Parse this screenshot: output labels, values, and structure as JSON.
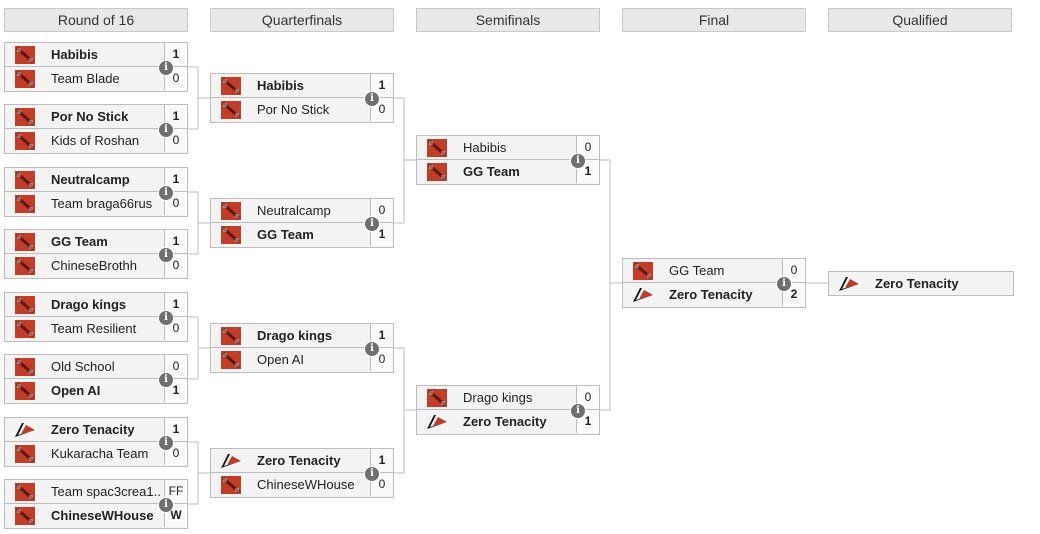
{
  "headers": [
    "Round of 16",
    "Quarterfinals",
    "Semifinals",
    "Final",
    "Qualified"
  ],
  "colors": {
    "row_bg": "#f3f3f3",
    "border": "#bdbdbd",
    "header_bg": "#e8e8e8",
    "dota_logo": "#c23c2a",
    "zt_logo": "#c0392b"
  },
  "info_glyph": "i",
  "round_of_16": [
    {
      "top": {
        "name": "Habibis",
        "score": "1",
        "logo": "dota-logo"
      },
      "bottom": {
        "name": "Team Blade",
        "score": "0",
        "logo": "dota-logo"
      }
    },
    {
      "top": {
        "name": "Por No Stick",
        "score": "1",
        "logo": "dota-logo"
      },
      "bottom": {
        "name": "Kids of Roshan",
        "score": "0",
        "logo": "dota-logo"
      }
    },
    {
      "top": {
        "name": "Neutralcamp",
        "score": "1",
        "logo": "dota-logo"
      },
      "bottom": {
        "name": "Team braga66rus",
        "score": "0",
        "logo": "dota-logo"
      }
    },
    {
      "top": {
        "name": "GG Team",
        "score": "1",
        "logo": "dota-logo"
      },
      "bottom": {
        "name": "ChineseBrothh",
        "score": "0",
        "logo": "dota-logo"
      }
    },
    {
      "top": {
        "name": "Drago kings",
        "score": "1",
        "logo": "dota-logo"
      },
      "bottom": {
        "name": "Team Resilient",
        "score": "0",
        "logo": "dota-logo"
      }
    },
    {
      "top": {
        "name": "Old School",
        "score": "0",
        "logo": "dota-logo"
      },
      "bottom": {
        "name": "Open AI",
        "score": "1",
        "logo": "dota-logo"
      }
    },
    {
      "top": {
        "name": "Zero Tenacity",
        "score": "1",
        "logo": "zero-tenacity-logo"
      },
      "bottom": {
        "name": "Kukaracha Team",
        "score": "0",
        "logo": "dota-logo"
      }
    },
    {
      "top": {
        "name": "Team spac3crea1...",
        "score": "FF",
        "logo": "dota-logo"
      },
      "bottom": {
        "name": "ChineseWHouse",
        "score": "W",
        "logo": "dota-logo"
      }
    }
  ],
  "quarterfinals": [
    {
      "top": {
        "name": "Habibis",
        "score": "1",
        "logo": "dota-logo"
      },
      "bottom": {
        "name": "Por No Stick",
        "score": "0",
        "logo": "dota-logo"
      }
    },
    {
      "top": {
        "name": "Neutralcamp",
        "score": "0",
        "logo": "dota-logo"
      },
      "bottom": {
        "name": "GG Team",
        "score": "1",
        "logo": "dota-logo"
      }
    },
    {
      "top": {
        "name": "Drago kings",
        "score": "1",
        "logo": "dota-logo"
      },
      "bottom": {
        "name": "Open AI",
        "score": "0",
        "logo": "dota-logo"
      }
    },
    {
      "top": {
        "name": "Zero Tenacity",
        "score": "1",
        "logo": "zero-tenacity-logo"
      },
      "bottom": {
        "name": "ChineseWHouse",
        "score": "0",
        "logo": "dota-logo"
      }
    }
  ],
  "semifinals": [
    {
      "top": {
        "name": "Habibis",
        "score": "0",
        "logo": "dota-logo"
      },
      "bottom": {
        "name": "GG Team",
        "score": "1",
        "logo": "dota-logo"
      }
    },
    {
      "top": {
        "name": "Drago kings",
        "score": "0",
        "logo": "dota-logo"
      },
      "bottom": {
        "name": "Zero Tenacity",
        "score": "1",
        "logo": "zero-tenacity-logo"
      }
    }
  ],
  "final": [
    {
      "top": {
        "name": "GG Team",
        "score": "0",
        "logo": "dota-logo"
      },
      "bottom": {
        "name": "Zero Tenacity",
        "score": "2",
        "logo": "zero-tenacity-logo"
      }
    }
  ],
  "qualified": {
    "name": "Zero Tenacity",
    "logo": "zero-tenacity-logo"
  }
}
